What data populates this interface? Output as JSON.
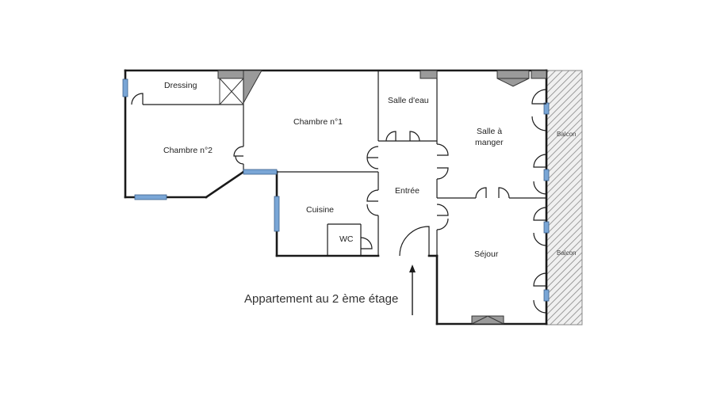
{
  "rooms": {
    "dressing": "Dressing",
    "chambre2": "Chambre n°2",
    "chambre1": "Chambre n°1",
    "salle_eau": "Salle d'eau",
    "salle_manger_line1": "Salle à",
    "salle_manger_line2": "manger",
    "entree": "Entrée",
    "cuisine": "Cuisine",
    "wc": "WC",
    "sejour": "Séjour"
  },
  "balcony": {
    "upper": "Balcon",
    "lower": "Balcon"
  },
  "caption": "Appartement au 2 ème étage",
  "colors": {
    "wall": "#1a1a1a",
    "window": "#7aa6d6",
    "pillar": "#9a9a9a",
    "balcony_hatch": "#888888"
  }
}
